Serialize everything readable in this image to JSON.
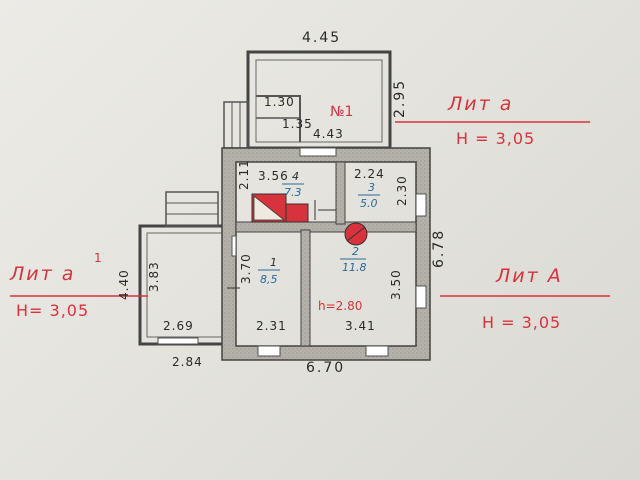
{
  "labels": {
    "main_building": {
      "name": "Лит А",
      "height": "Н = 3,05"
    },
    "annex_a1": {
      "name": "Лит а",
      "superscript": "1",
      "height": "Н= 3,05"
    },
    "annex_a": {
      "name": "Лит а",
      "height": "Н = 3,05"
    },
    "room1_number": "№1"
  },
  "dimensions": {
    "top_annex_width": "4.45",
    "top_annex_height": "2.95",
    "small_room_w": "1.30",
    "small_room_h": "1.35",
    "annex_inner": "4.43",
    "main_width": "6.70",
    "main_height": "6.78",
    "left_annex_height": "4.40",
    "left_annex_width": "2.84"
  },
  "rooms": [
    {
      "id": "room1",
      "number": "1",
      "area": "8,5",
      "w": "2.31",
      "h": "3.70"
    },
    {
      "id": "room2",
      "number": "2",
      "area": "11.8",
      "w": "3.41",
      "h": "3.50",
      "ceiling": "h=2.80"
    },
    {
      "id": "room3",
      "number": "3",
      "area": "5.0",
      "w": "2.24",
      "h": "2.30"
    },
    {
      "id": "room4",
      "number": "4",
      "area": "7.3",
      "w": "3.56",
      "h": "2.11"
    },
    {
      "id": "left_annex",
      "w": "2.69",
      "h": "3.83"
    }
  ],
  "colors": {
    "wall_fill": "#b0aca7",
    "wall_stroke": "#444444",
    "red_ink": "#d8323c",
    "blue_ink": "#2c6a9a",
    "paper": "#e6e5df"
  }
}
